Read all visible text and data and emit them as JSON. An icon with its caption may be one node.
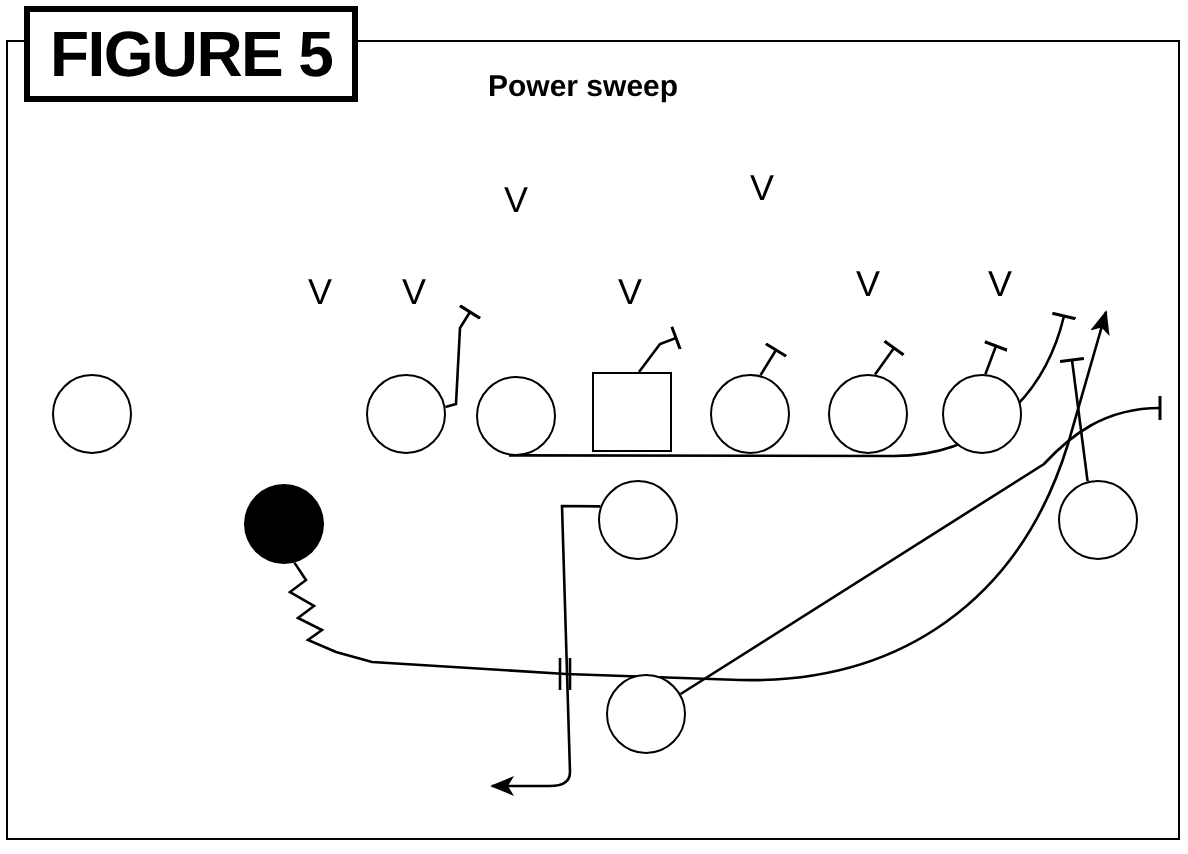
{
  "diagram": {
    "title": "FIGURE 5",
    "nodes": [
      {
        "text": [],
        "shape": "circle"
      },
      {
        "text": [],
        "shape": "circle"
      },
      {
        "text": [],
        "shape": "circle"
      },
      {
        "text": [],
        "shape": "box"
      },
      {
        "text": [],
        "shape": "circle"
      },
      {
        "text": [],
        "shape": "circle"
      },
      {
        "text": [],
        "shape": "circle"
      },
      {
        "text": [],
        "shape": "dot"
      },
      {
        "text": [],
        "shape": "circle"
      },
      {
        "text": [],
        "shape": "circle"
      },
      {
        "text": [],
        "shape": "circle"
      }
    ],
    "edges": [
      {
        "from": 7,
        "to": null,
        "arrow": "to"
      },
      {
        "from": 10,
        "to": null,
        "arrow": "other"
      },
      {
        "from": 8,
        "to": null,
        "arrow": "to"
      },
      {
        "from": 2,
        "to": null,
        "arrow": "other"
      },
      {
        "from": 9,
        "to": null,
        "arrow": "other"
      },
      {
        "from": 1,
        "to": null,
        "arrow": "other"
      },
      {
        "from": 3,
        "to": null,
        "arrow": "other"
      },
      {
        "from": 4,
        "to": null,
        "arrow": "other"
      },
      {
        "from": 5,
        "to": null,
        "arrow": "other"
      },
      {
        "from": 6,
        "to": null,
        "arrow": "other"
      }
    ],
    "labels": [
      "Power sweep",
      "V",
      "V",
      "V",
      "V",
      "V",
      "V",
      "V"
    ]
  }
}
